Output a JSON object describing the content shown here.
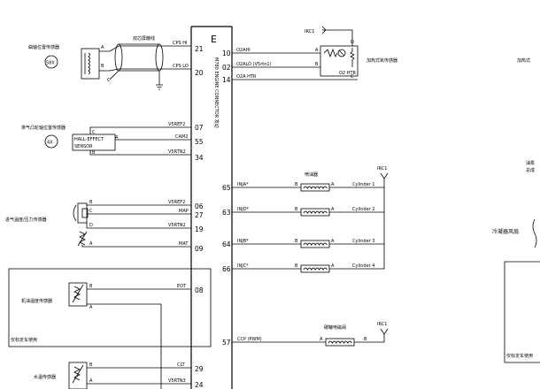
{
  "ecu": {
    "letter": "E",
    "connector_label": "M780 ENGINE CONNECTOR 发动"
  },
  "crank": {
    "label": "曲轴位置传感器",
    "badge": "58X",
    "terminal_a": "A",
    "terminal_b": "B",
    "terminal_c": "C",
    "shield_label": "双芯屏蔽线",
    "sig_hi": "CPS HI",
    "sig_lo": "CPS LO",
    "pin_hi": "21",
    "pin_lo": "20"
  },
  "o2": {
    "irc": "IRC1",
    "label": "加热式氧传感器",
    "terminal_a": "A",
    "terminal_b": "B",
    "terminal_c": "C",
    "terminal_d": "D",
    "box_label": "O2 HTR",
    "sig_hi": "O2AHI",
    "sig_lo": "O2ALO (V5rtn1)",
    "sig_htr": "O2A HTR",
    "pin_hi": "10",
    "pin_lo": "02",
    "pin_htr": "14"
  },
  "cam": {
    "label": "排气凸轮轴位置传感器",
    "badge": "4X",
    "box_line1": "HALL-EFFECT",
    "box_line2": "SENSOR",
    "terminal_a": "A",
    "terminal_b": "B",
    "terminal_c": "C",
    "sig_ref": "V5REF2",
    "sig_cam": "CAM2",
    "sig_rtn": "V5RTN2",
    "pin_ref": "07",
    "pin_cam": "55",
    "pin_rtn": "34"
  },
  "map": {
    "label": "进气温度/压力传感器",
    "terminal_a": "A",
    "terminal_b": "B",
    "terminal_c": "C",
    "terminal_d": "D",
    "sig_ref": "V5REF2",
    "sig_map": "MAP",
    "sig_rtn": "V5RTN2",
    "sig_mat": "MAT",
    "pin_ref": "06",
    "pin_map": "27",
    "pin_rtn": "19",
    "pin_mat": "09"
  },
  "eot": {
    "label": "机油温度传感器",
    "terminal_a": "A",
    "terminal_b": "B",
    "signal": "EOT",
    "pin": "08",
    "note": "仅标定车使用"
  },
  "clt": {
    "label": "水温传感器",
    "terminal_a": "A",
    "terminal_b": "B",
    "sig_clt": "CLT",
    "sig_rtn": "V5RTN3",
    "pin_clt": "29",
    "pin_rtn": "24"
  },
  "injectors": {
    "label": "喷油器",
    "irc": "IRC1",
    "items": [
      {
        "pin": "65",
        "signal": "INJA*",
        "b": "B",
        "a": "A",
        "cyl": "Cylinder 1"
      },
      {
        "pin": "63",
        "signal": "INJD*",
        "b": "B",
        "a": "A",
        "cyl": "Cylinder 2"
      },
      {
        "pin": "64",
        "signal": "INJB*",
        "b": "B",
        "a": "A",
        "cyl": "Cylinder 3"
      },
      {
        "pin": "66",
        "signal": "INJC*",
        "b": "B",
        "a": "A",
        "cyl": "Cylinder 4"
      }
    ]
  },
  "ccp": {
    "label": "碳罐电磁阀",
    "irc": "IRC1",
    "signal": "CCP (PWM)",
    "pin": "57",
    "terminal_a": "A",
    "terminal_b": "B"
  },
  "right_edge": {
    "heated": "加热式",
    "fuel1": "油泵",
    "fuel2": "总成",
    "fan": "冷凝器风扇",
    "note": "仅标定车使用"
  }
}
